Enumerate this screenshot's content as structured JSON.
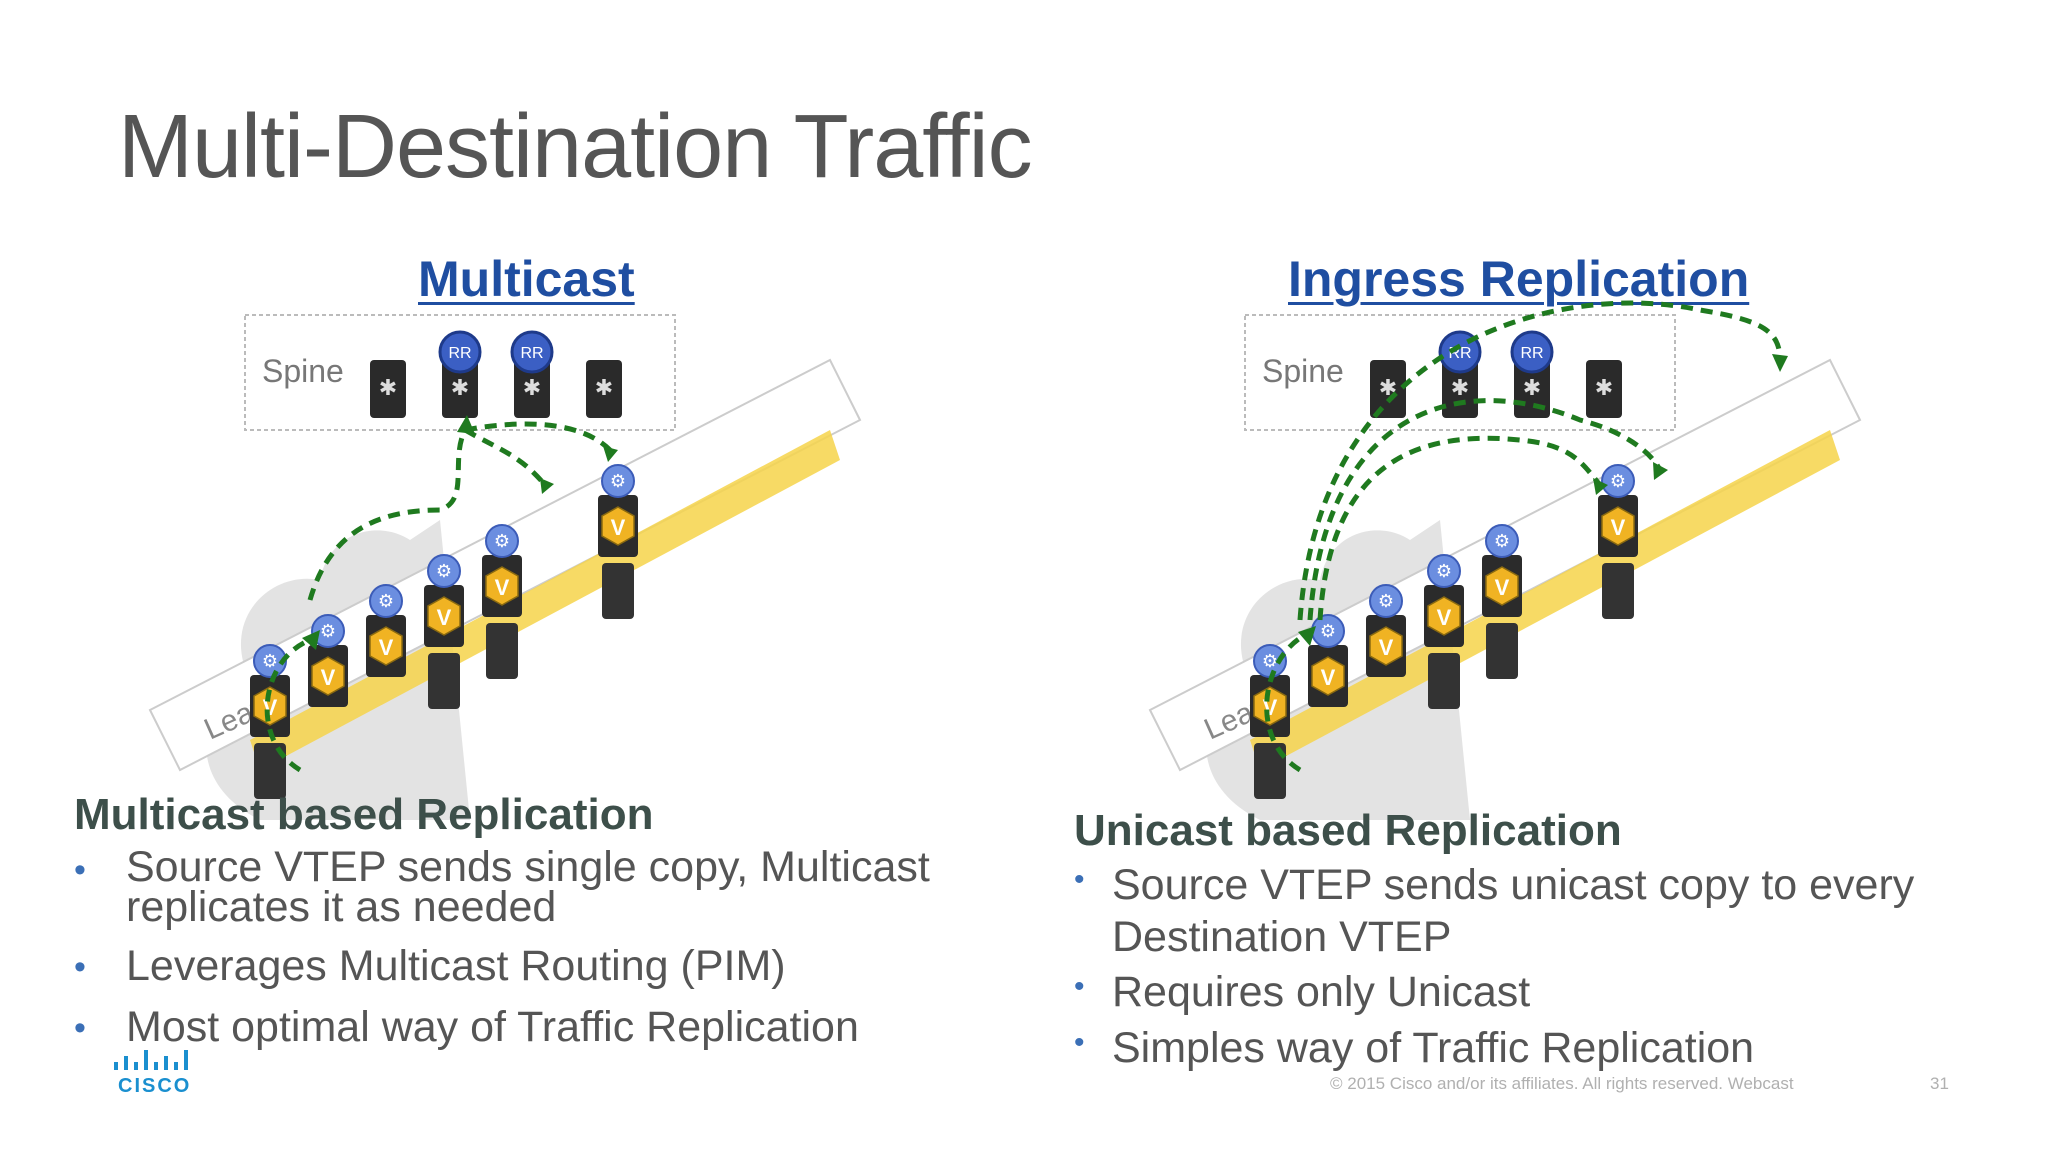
{
  "slide": {
    "title": "Multi-Destination Traffic",
    "page_number": "31",
    "footer": "© 2015  Cisco and/or its affiliates. All rights reserved.  Webcast",
    "logo_text": "CISCO"
  },
  "left": {
    "heading": "Multicast",
    "spine_label": "Spine",
    "leaf_label": "Leaf",
    "rr_label_1": "RR",
    "rr_label_2": "RR",
    "section_title": "Multicast based Replication",
    "bullets": [
      "Source VTEP sends single copy, Multicast replicates it as needed",
      "Leverages Multicast Routing (PIM)",
      "Most optimal way of Traffic Replication"
    ]
  },
  "right": {
    "heading": "Ingress Replication",
    "spine_label": "Spine",
    "leaf_label": "Leaf",
    "rr_label_1": "RR",
    "rr_label_2": "RR",
    "section_title": "Unicast based Replication",
    "bullets": [
      "Source VTEP sends unicast copy to every Destination VTEP",
      "Requires only Unicast",
      "Simples way of Traffic Replication"
    ]
  },
  "colors": {
    "heading": "#1f4ea1",
    "arrow": "#1f7a1f",
    "leaf_bar": "#f6d34a",
    "vtep_badge": "#f0b323",
    "rr_badge": "#3b5fc4",
    "gear_badge": "#6b8ee0"
  },
  "icons": [
    "spine-switch-icon",
    "leaf-switch-icon",
    "vtep-icon",
    "gear-icon",
    "server-icon",
    "cisco-logo-icon"
  ]
}
